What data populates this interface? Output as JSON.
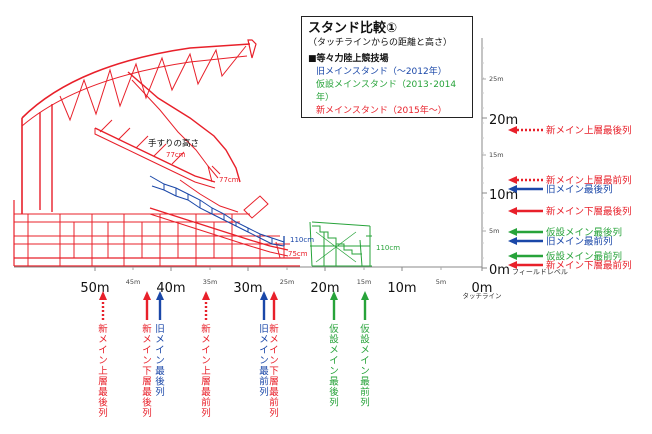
{
  "legend": {
    "title": "スタンド比較①",
    "subtitle": "（タッチラインからの距離と高さ）",
    "venue": "■等々力陸上競技場",
    "items": [
      {
        "label": "旧メインスタンド（〜2012年）",
        "color": "#1a47a8"
      },
      {
        "label": "仮設メインスタンド（2013･2014年）",
        "color": "#27a33a"
      },
      {
        "label": "新メインスタンド（2015年〜）",
        "color": "#e8202a"
      }
    ]
  },
  "colors": {
    "red": "#e8202a",
    "blue": "#1a47a8",
    "green": "#27a33a",
    "axis": "#999999"
  },
  "x_axis": {
    "major": [
      "50m",
      "40m",
      "30m",
      "20m",
      "10m",
      "0m"
    ],
    "minor": [
      "45m",
      "35m",
      "25m",
      "15m",
      "5m"
    ],
    "end_label": "タッチライン"
  },
  "y_axis": {
    "major": [
      "20m",
      "10m",
      "0m"
    ],
    "minor": [
      "25m",
      "15m",
      "5m"
    ],
    "end_label": "フィールドレベル"
  },
  "annotations": {
    "handrail": "手すりの高さ",
    "h77a": "77cm",
    "h77b": "77cm",
    "h110a": "110cm",
    "h75": "75cm",
    "h110b": "110cm"
  },
  "right_labels": [
    {
      "text": "新メイン上層最後列",
      "color": "red"
    },
    {
      "text": "新メイン上層最前列",
      "color": "red"
    },
    {
      "text": "旧メイン最後列",
      "color": "blue"
    },
    {
      "text": "新メイン下層最後列",
      "color": "red"
    },
    {
      "text": "仮設メイン最後列",
      "color": "green"
    },
    {
      "text": "旧メイン最前列",
      "color": "blue"
    },
    {
      "text": "仮設メイン最前列",
      "color": "green"
    },
    {
      "text": "新メイン下層最前列",
      "color": "red"
    }
  ],
  "bottom_labels": [
    {
      "text": "新メイン上層最後列",
      "color": "red"
    },
    {
      "text": "新メイン下層最後列",
      "color": "red"
    },
    {
      "text": "旧メイン最後列",
      "color": "blue"
    },
    {
      "text": "新メイン上層最前列",
      "color": "red"
    },
    {
      "text": "旧メイン最前列",
      "color": "blue"
    },
    {
      "text": "新メイン下層最前列",
      "color": "red"
    },
    {
      "text": "仮設メイン最後列",
      "color": "green"
    },
    {
      "text": "仮設メイン最前列",
      "color": "green"
    }
  ]
}
